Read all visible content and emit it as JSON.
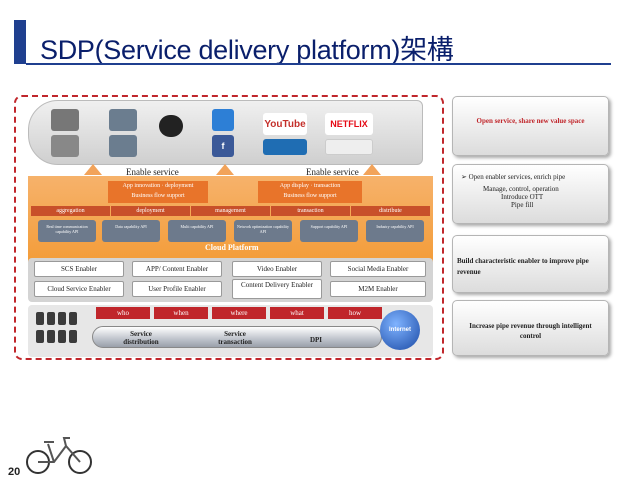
{
  "slide": {
    "title": "SDP(Service delivery platform)架構",
    "number": "20"
  },
  "diagram": {
    "logos": [
      "YouTube",
      "NETFLIX"
    ],
    "enable_left": "Enable service",
    "enable_right": "Enable service",
    "app_box_left": {
      "line1": "App innovation · deployment",
      "line2": "Business flow support"
    },
    "app_box_right": {
      "line1": "App display · transaction",
      "line2": "Business flow support"
    },
    "segments": [
      "aggregation",
      "deployment",
      "management",
      "transaction",
      "distribute"
    ],
    "apis": [
      "Real time communication capability API",
      "Data capability API",
      "Multi capability API",
      "Network optimization capability API",
      "Support capability API",
      "Industry capability API"
    ],
    "cloud_platform": "Cloud Platform",
    "enablers_row1": [
      "SCS Enabler",
      "APP/ Content Enabler",
      "Video Enabler",
      "Social Media Enabler"
    ],
    "enablers_row2": [
      "Cloud Service Enabler",
      "User Profile Enabler",
      "Content Delivery Enabler",
      "M2M Enabler"
    ],
    "tabs": [
      "who",
      "when",
      "where",
      "what",
      "how"
    ],
    "pipe": {
      "service_distribution": "Service distribution",
      "service_transaction": "Service transaction",
      "dpi": "DPI"
    },
    "internet": "Internet"
  },
  "right_panel": {
    "box1": "Open service, share new value space",
    "box2_bullet": "Open enabler services, enrich pipe",
    "box2_sub1": "Manage, control, operation",
    "box2_sub2": "Introduce OTT",
    "box2_sub3": "Pipe fill",
    "box3": "Build characteristic enabler to improve pipe revenue",
    "box4": "Increase pipe revenue through intelligent control"
  },
  "colors": {
    "title": "#0a1f6b",
    "accent_red": "#c0262b",
    "orange": "#f39c38"
  }
}
